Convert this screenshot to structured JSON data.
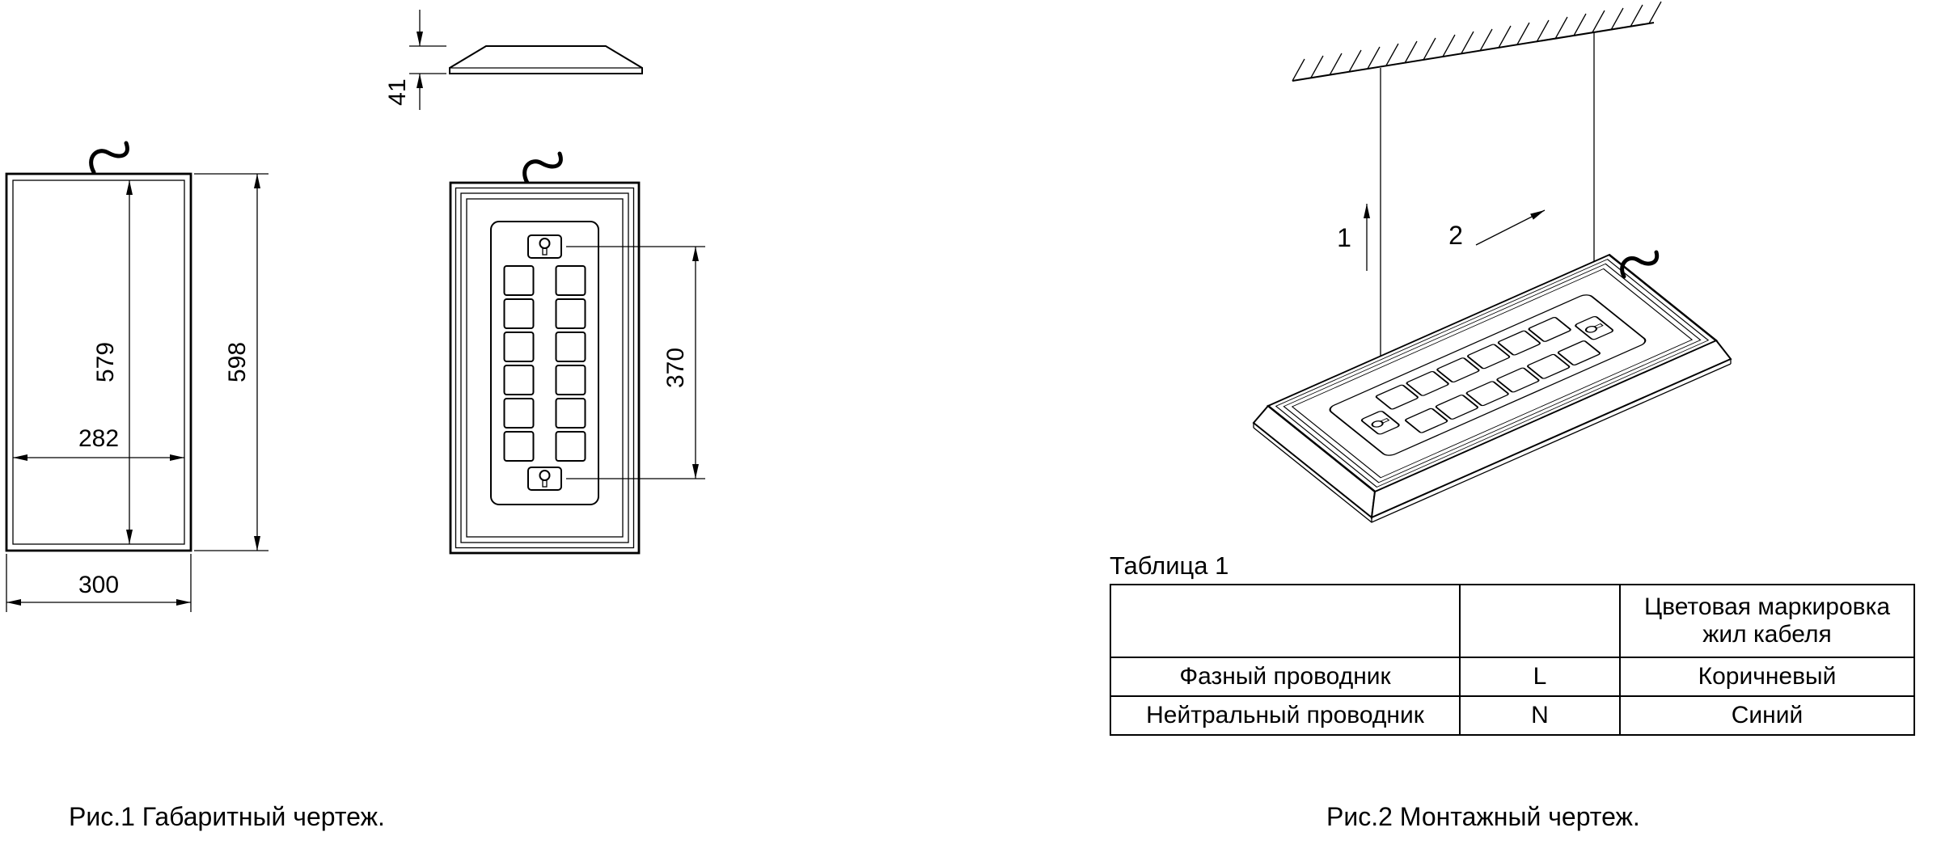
{
  "page": {
    "background": "#ffffff",
    "line_color": "#000000"
  },
  "fig1": {
    "caption": "Рис.1 Габаритный чертеж.",
    "dims": {
      "outer_height": "598",
      "inner_height": "579",
      "inner_width": "282",
      "outer_width": "300",
      "thickness": "41",
      "mount_pitch": "370"
    }
  },
  "fig2": {
    "caption": "Рис.2 Монтажный чертеж.",
    "callouts": {
      "suspension": "1",
      "fixture": "2"
    }
  },
  "table1": {
    "title": "Таблица 1",
    "header": {
      "col1": "",
      "col2": "",
      "col3": "Цветовая маркировка жил кабеля"
    },
    "rows": [
      {
        "name": "Фазный проводник",
        "code": "L",
        "color": "Коричневый"
      },
      {
        "name": "Нейтральный проводник",
        "code": "N",
        "color": "Синий"
      }
    ]
  }
}
